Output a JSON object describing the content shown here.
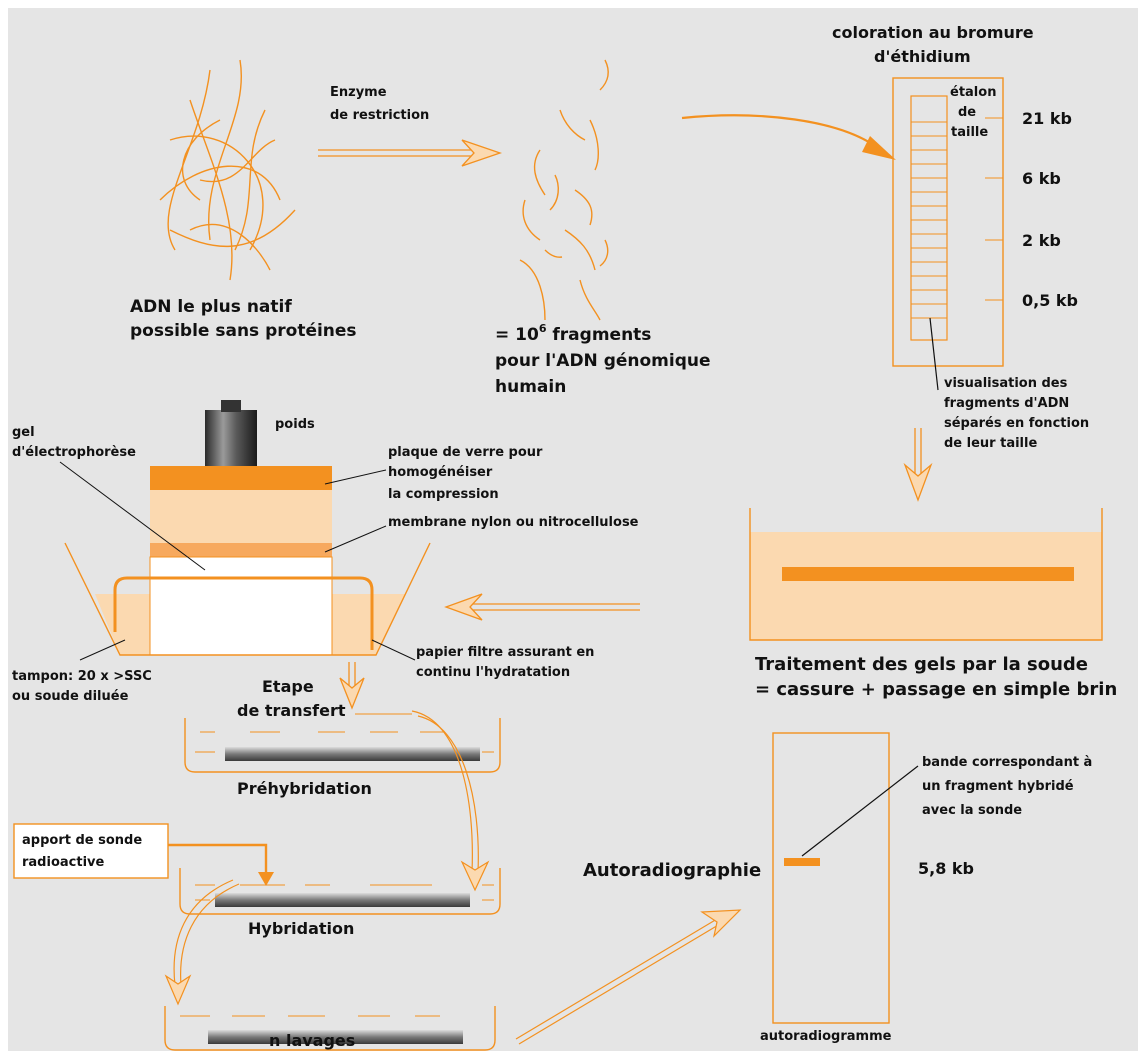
{
  "colors": {
    "orange": "#f39120",
    "light_orange": "#fbd9b0",
    "mid_orange": "#f7a95e",
    "background": "#e5e5e5"
  },
  "labels": {
    "dna_native": "ADN le plus natif",
    "dna_native_2": "possible sans protéines",
    "enzyme": "Enzyme",
    "enzyme_2": "de restriction",
    "fragments_prefix": "= 10",
    "fragments_exp": "6",
    "fragments_suffix": " fragments",
    "fragments_2": "pour l'ADN génomique",
    "fragments_3": "humain",
    "staining": "coloration au bromure",
    "staining_2": "d'éthidium",
    "ladder": "étalon",
    "ladder_2": "de",
    "ladder_3": "taille",
    "visualisation": "visualisation des",
    "visualisation_2": "fragments d'ADN",
    "visualisation_3": "séparés en fonction",
    "visualisation_4": "de leur taille",
    "treatment": "Traitement des gels par la soude",
    "treatment_2": "= cassure + passage en simple brin",
    "weight": "poids",
    "gel": "gel",
    "gel_2": "d'électrophorèse",
    "glass": "plaque de verre pour",
    "glass_2": "homogénéiser",
    "glass_3": "la compression",
    "membrane": "membrane nylon ou nitrocellulose",
    "filter": "papier filtre assurant en",
    "filter_2": "continu l'hydratation",
    "buffer": "tampon: 20 x >SSC",
    "buffer_2": "ou soude diluée",
    "transfer": "Etape",
    "transfer_2": "de transfert",
    "prehybridization": "Préhybridation",
    "probe": "apport de sonde",
    "probe_2": "radioactive",
    "hybridization": "Hybridation",
    "washes": "n lavages",
    "autoradiography": "Autoradiographie",
    "band": "bande correspondant à",
    "band_2": "un fragment hybridé",
    "band_3": "avec la sonde",
    "size_58": "5,8 kb",
    "autoradiogram": "autoradiogramme"
  },
  "size_markers": [
    "21 kb",
    "6 kb",
    "2 kb",
    "0,5 kb"
  ]
}
